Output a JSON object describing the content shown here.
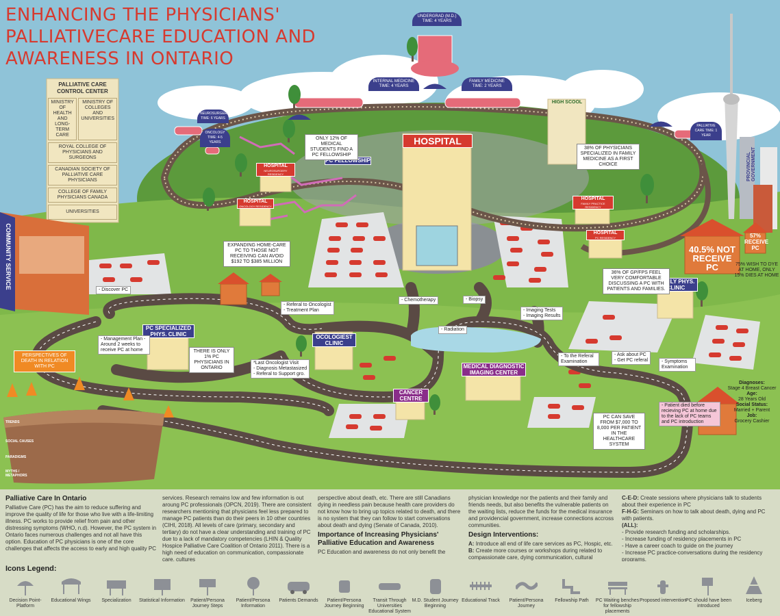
{
  "title": {
    "line1": "ENHANCING THE PHYSICIANS'",
    "line2": "PALLIATIVECARE EDUCATION AND",
    "line3": "AWARENESS IN ONTARIO"
  },
  "control_center": {
    "title": "PALLIATIVE CARE CONTROL CENTER",
    "items": [
      "MINISTRY OF HEALTH AND LONG-TERM CARE",
      "MINISTRY OF COLLEGES AND UNIVERSITIES",
      "ROYAL COLLEGE OF PHYSICIANS AND SURGEONS",
      "CANADIAN SOCIETY OF PALLIATIVE CARE PHYSICIANS",
      "COLLEGE OF FAMILY PHYSICIANS CANADA",
      "UNIVERSITIES"
    ]
  },
  "community_service": "COMMUNITY SERVICE",
  "signs": {
    "undergrad": "UNDERGRAD (M.D.) TIME: 4 YEARS",
    "internal": "INTERNAL MEDICINE TIME: 4 YEARS",
    "family": "FAMILY MEDICINE TIME: 2 YEARS",
    "neurosurgery": "NEUROSURGERY TIME: 6 YEARS",
    "oncology": "ONCOLOGY TIME: 4-5 YEARS",
    "palliative": "PALLIATIVE CARE TIME: 1 YEAR",
    "high_school": "HIGH SCOOL",
    "provincial": "PROVINCIAL GOVERNMENT"
  },
  "buildings": {
    "hospital_main": "HOSPITAL",
    "pc_fellowship": "PC FELLOWSHIP",
    "hospital_surgeon": "HOSPITAL",
    "hospital_surgeon_sub": "NEUROSURGERY RESIDENCY",
    "hospital_oncology": "HOSPITAL",
    "hospital_oncology_sub": "ONCOLOGY RESIDENCY",
    "hospital_family": "HOSPITAL",
    "hospital_family_sub": "FAMILY PRACTICE RESIDENCY",
    "hospital_pc": "HOSPITAL",
    "hospital_pc_sub": "PC RESIDENCY",
    "pc_clinic": "PC SPECIALIZED PHYS. CLINIC",
    "oncologist": "OCOLOGIEST CLINIC",
    "imaging": "MEDICAL DIAGNOSTIC IMAGING CENTER",
    "cancer": "CANCER CENTRE",
    "family_clinic": "FAMILY PHYS. CLINIC"
  },
  "facts": {
    "twelve": "ONLY 12% OF MEDICAL STUDENTS FIND A PC FELLOWSHIP",
    "thirtyeight": "38% OF PHYSICIANS SPECIALIZED IN FAMILY MEDICINE AS A FIRST CHOICE",
    "homecare": "EXPANDING HOME-CARE PC TO THOSE NOT RECEIVING CAN AVOID $192 TO $385 MILLION",
    "gpfps": "36% OF GP/FPS FEEL VERY COMFORTABLE DISCUSSING A PC WITH PATIENTS AND FAMILIES.",
    "notreceive": "40.5% NOT RECEIVE PC",
    "receive": "57% RECEIVE PC",
    "wish": "75% WISH TO DYE AT HOME, ONLY 15% DIES AT HOME",
    "onepercent": "THERE IS ONLY 1% PC PHYSICIANS IN ONTARIO",
    "save": "PC CAN SAVE FROM $7,000 TO 8,000 PER PATIENT IN THE HEALTHCARE SYSTEM",
    "perspectives": "PERSPECTIVES OF DEATH IN RELATION WITH PC"
  },
  "journey": {
    "discover": "- Discover PC",
    "referral": "- Referal to Oncologist\n- Treatment Plan",
    "chemo": "- Chemotherapy",
    "biopsy": "- Biopsy",
    "imaging": "- Imaging Tests\n- Imaging Results",
    "radiation": "- Radiation",
    "management": "- Management Plan\n- Around 2 weeks to receive PC at home",
    "last": "*Last Oncologist Visit\n- Diagnosis Metastasized\n- Referal to Support gro.",
    "toreferal": "- To the Referal Examination",
    "askabout": "- Ask about PC\n- Get PC referal",
    "symptoms": "- Symptoms Examination",
    "died": "- Patient died before recieving PC at home due to the lack of PC teams and PC introduction"
  },
  "patient": {
    "diagnoses_label": "Diagnoses:",
    "diagnoses": "Stage 4 Breast Cancer",
    "age_label": "Age:",
    "age": "28 Years Old",
    "social_label": "Social Status:",
    "social": "Married + Parent",
    "job_label": "Job:",
    "job": "Grocery Cashier"
  },
  "iceberg": {
    "rows": [
      "TRENDS",
      "SOCIAL CAUSES",
      "PARADIGMS",
      "MYTHS / METAPHORS"
    ]
  },
  "info": {
    "h1": "Palliative Care In Ontario",
    "p1": "Palliative Care (PC) has the aim to reduce suffering and improve the quality of life for those who live with a life-limiting illness. PC works to provide relief from pain and other distressing symptoms (WHO, n.d). However, the PC system in Ontario faces numerous challenges and not all have this option. Education of PC physicians is one of the core challenges that affects the access to early and high quality PC",
    "p2": "services. Research remains low and few information is out aroung PC professionals (OPCN, 2019). There are consistent researchers mentioning that physicians feel less prepared to manage PC patients than do their peers in 10 other countries (CIHI, 2018). All levels of care (primary, secondary and tertiary) do not have a clear understanding and training of PC due to a lack of mandatory competencies (LHIN & Quality Hospice Palliative Care Coalition of Ontario 2011). There is a high need of education on communication, compassionate care, cultures",
    "p3": "perspective about death, etc. There are still Canadians dying in needless pain because health care providers do not know how to bring up topics related to death, and there is no system that they can follow to start conversations about death and dying (Senate of Canada, 2010).",
    "h2": "Importance of Increasing Physicians' Palliative Education and Awareness",
    "p4": "PC Education and awareness do not only benefit the",
    "p5": "physician knowledge nor the patients and their family and friends needs, but also benefits the vulnerable patients on the waiting lists, reduce the funds for the medical insurance and providencial government, increase connections accross communities.",
    "h3": "Design Interventions:",
    "a_label": "A:",
    "a": "Introduce all end of life care services as PC, Hospic, etc.",
    "b_label": "B:",
    "b": "Create more courses or workshops during related to compassionate care, dying communication, cultural perspective of death.",
    "ced_label": "C-E-D:",
    "ced": "Create sessions where physicians talk to students about their experience in PC",
    "fhg_label": "F-H-G:",
    "fhg": "Seminars on how to talk about death, dying and PC with patients.",
    "all_label": "(ALL):",
    "all": [
      "- Provide research funding and scholarships.",
      "- Increase funding of residency placements in PC",
      "- Have a career coach to guide on the journey",
      "- Increase PC practice-conversations during the residency programs."
    ]
  },
  "legend": {
    "title": "Icons Legend:",
    "items": [
      {
        "icon": "umbrella-icon",
        "label": "Decision Point-Platform"
      },
      {
        "icon": "wings-icon",
        "label": "Educational Wings"
      },
      {
        "icon": "specialization-icon",
        "label": "Specialization"
      },
      {
        "icon": "statistical-icon",
        "label": "Statistical Information"
      },
      {
        "icon": "journey-steps-icon",
        "label": "Patient/Persona Journey Steps"
      },
      {
        "icon": "persona-info-icon",
        "label": "Patient/Persona Information"
      },
      {
        "icon": "bus-icon",
        "label": "Patients Demands"
      },
      {
        "icon": "car-icon",
        "label": "Patient/Persona Journey Beginning"
      },
      {
        "icon": "train-icon",
        "label": "Transit Through Universities Educational System"
      },
      {
        "icon": "tram-icon",
        "label": "M.D. Student Journey Beginning"
      },
      {
        "icon": "track-icon",
        "label": "Educational Track"
      },
      {
        "icon": "road-icon",
        "label": "Patient/Persona Journey"
      },
      {
        "icon": "path-icon",
        "label": "Fellowship Path"
      },
      {
        "icon": "bench-icon",
        "label": "PC Waiting benches for fellowship placements"
      },
      {
        "icon": "hydrant-icon",
        "label": "Proposed intervention"
      },
      {
        "icon": "flag-icon",
        "label": "PC should have been introduced"
      },
      {
        "icon": "iceberg-icon",
        "label": "Iceberg"
      }
    ]
  },
  "colors": {
    "sky": "#8fc3d8",
    "title": "#d63a2f",
    "grass": "#7fb84a",
    "road": "#5a4a44",
    "navy": "#3b3f8c",
    "purple": "#8a2d8a"
  }
}
